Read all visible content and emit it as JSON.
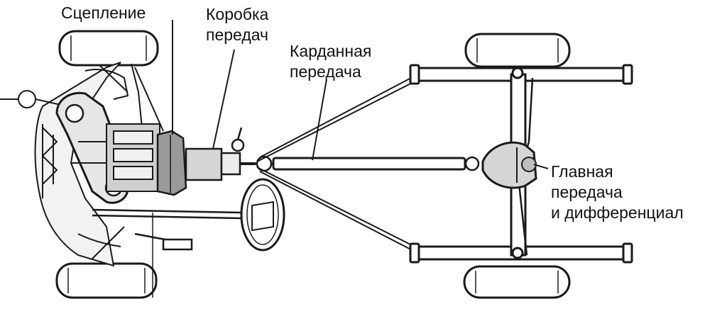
{
  "labels": {
    "clutch": "Сцепление",
    "gearbox": {
      "line1": "Коробка",
      "line2": "передач"
    },
    "driveshaft": {
      "line1": "Карданная",
      "line2": "передача"
    },
    "final_drive": {
      "line1": "Главная",
      "line2": "передача",
      "line3": "и дифференциал"
    }
  },
  "colors": {
    "ink": "#1a1a1a",
    "shading": "#9a9a9a",
    "highlight": "#d6d6d6",
    "background": "#ffffff"
  }
}
